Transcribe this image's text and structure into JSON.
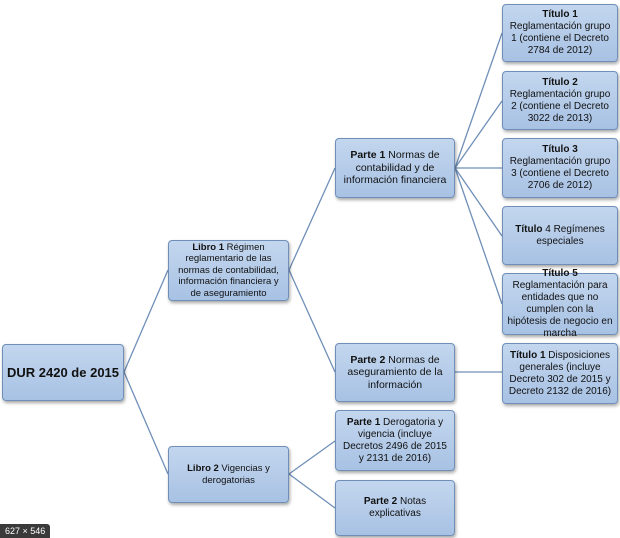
{
  "root": "DUR 2420 de 2015",
  "libro1": {
    "bold": "Libro 1",
    "text": " Régimen reglamentario de las normas de contabilidad, información financiera y de aseguramiento"
  },
  "libro2": {
    "bold": "Libro 2",
    "text": " Vigencias y derogatorias"
  },
  "l1_parte1": {
    "bold": "Parte 1",
    "text": " Normas de contabilidad y de información financiera"
  },
  "l1_parte2": {
    "bold": "Parte 2",
    "text": " Normas de aseguramiento de la información"
  },
  "l2_parte1": {
    "bold": "Parte 1",
    "text": " Derogatoria y vigencia (incluye Decretos 2496 de 2015 y 2131 de 2016)"
  },
  "l2_parte2": {
    "bold": "Parte 2",
    "text": " Notas explicativas"
  },
  "titulo1": {
    "bold": "Título 1",
    "text": " Reglamentación grupo 1 (contiene el Decreto 2784 de 2012)"
  },
  "titulo2": {
    "bold": "Título 2",
    "text": " Reglamentación grupo 2 (contiene el Decreto 3022 de 2013)"
  },
  "titulo3": {
    "bold": "Título 3",
    "text": " Reglamentación grupo 3 (contiene el Decreto 2706 de 2012)"
  },
  "titulo4": {
    "bold": "Título",
    "text": " 4 Regímenes especiales"
  },
  "titulo5": {
    "bold": "Título 5",
    "text": " Reglamentación para entidades que no cumplen con la hipótesis de negocio en marcha"
  },
  "p2_titulo1": {
    "bold": "Título 1",
    "text": " Disposiciones generales (incluye Decreto 302 de 2015 y Decreto 2132 de 2016)"
  },
  "image_size": "627 × 546",
  "colors": {
    "node_fill": "#b3cae8",
    "node_border": "#6f8fb8",
    "line": "#6f8fb8"
  }
}
